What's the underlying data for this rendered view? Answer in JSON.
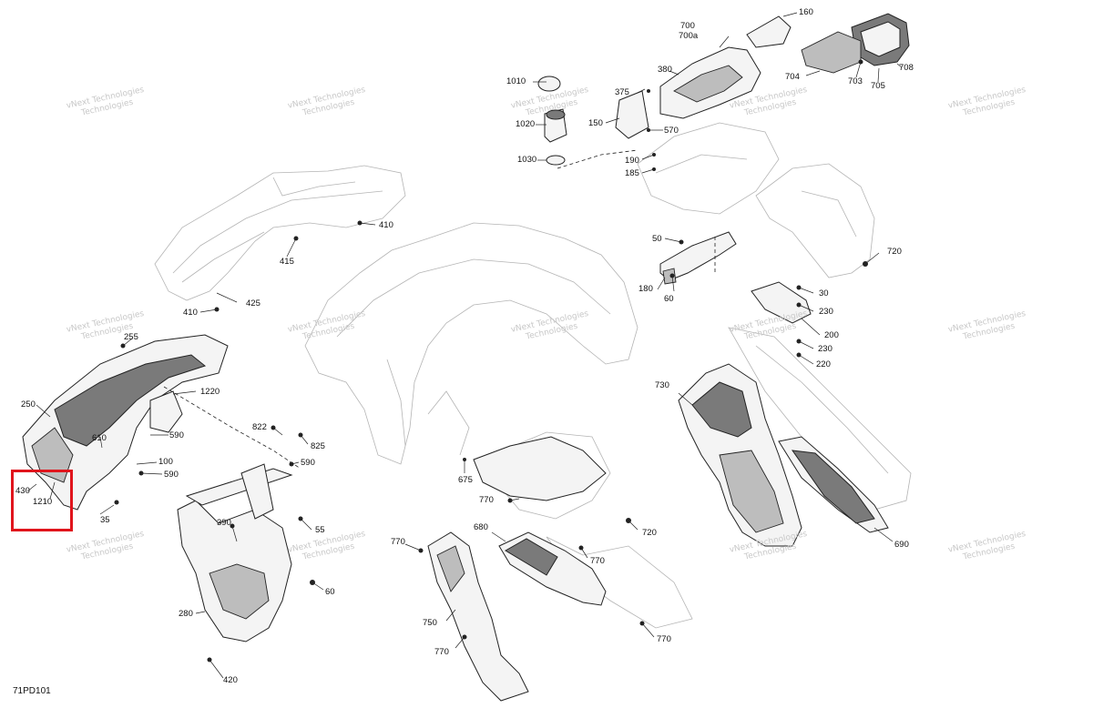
{
  "diagram_code": "71PD101",
  "watermark": {
    "line1": "vNext Technologies",
    "line2": "Technologies"
  },
  "highlight_color": "#e0141c",
  "callouts": {
    "c160": "160",
    "c700": "700",
    "c700a": "700a",
    "c1010": "1010",
    "c380": "380",
    "c375": "375",
    "c704": "704",
    "c708": "708",
    "c703": "703",
    "c705": "705",
    "c1020": "1020",
    "c150": "150",
    "c570": "570",
    "c1030": "1030",
    "c190": "190",
    "c185": "185",
    "c410a": "410",
    "c415": "415",
    "c425": "425",
    "c410b": "410",
    "c50": "50",
    "c180": "180",
    "c60a": "60",
    "c720a": "720",
    "c30": "30",
    "c230a": "230",
    "c200": "200",
    "c230b": "230",
    "c220": "220",
    "c255": "255",
    "c1220": "1220",
    "c250": "250",
    "c590a": "590",
    "c610": "610",
    "c100": "100",
    "c590b": "590",
    "c430": "430",
    "c1210": "1210",
    "c35": "35",
    "c822": "822",
    "c825": "825",
    "c590c": "590",
    "c730": "730",
    "c675": "675",
    "c770a": "770",
    "c680": "680",
    "c720b": "720",
    "c690": "690",
    "c390": "390",
    "c55": "55",
    "c770b": "770",
    "c770c": "770",
    "c60b": "60",
    "c280": "280",
    "c750": "750",
    "c770d": "770",
    "c770e": "770",
    "c420": "420"
  }
}
